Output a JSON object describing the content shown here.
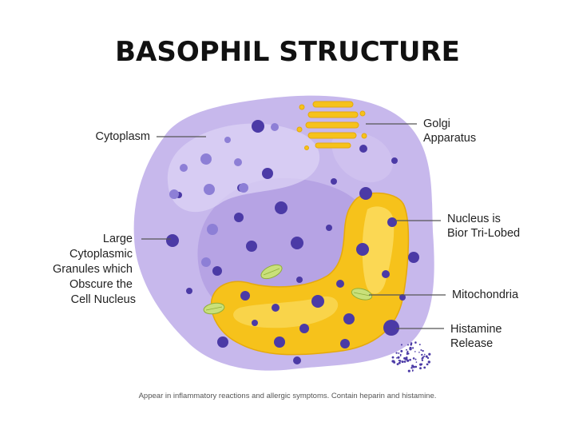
{
  "title": "BASOPHIL STRUCTURE",
  "labels": {
    "cytoplasm": "Cytoplasm",
    "golgi": [
      "Golgi",
      "Apparatus"
    ],
    "nucleus": [
      "Nucleus is",
      "Bior Tri-Lobed"
    ],
    "granules": [
      "Large",
      "Cytoplasmic",
      "Granules which",
      "Obscure the",
      "Cell Nucleus"
    ],
    "mitochondria": "Mitochondria",
    "histamine": [
      "Histamine",
      "Release"
    ]
  },
  "caption": "Appear in inflammatory reactions and allergic symptoms. Contain heparin and histamine.",
  "colors": {
    "cell_outer": "#c7b8ec",
    "cell_inner": "#b6a3e4",
    "cell_light": "#dcd3f5",
    "granule": "#4b3aa6",
    "granule_light": "#8d7fd6",
    "nucleus": "#f6c21b",
    "nucleus_light": "#fbdc5e",
    "mitochondria": "#c9e07a",
    "text": "#111111"
  }
}
